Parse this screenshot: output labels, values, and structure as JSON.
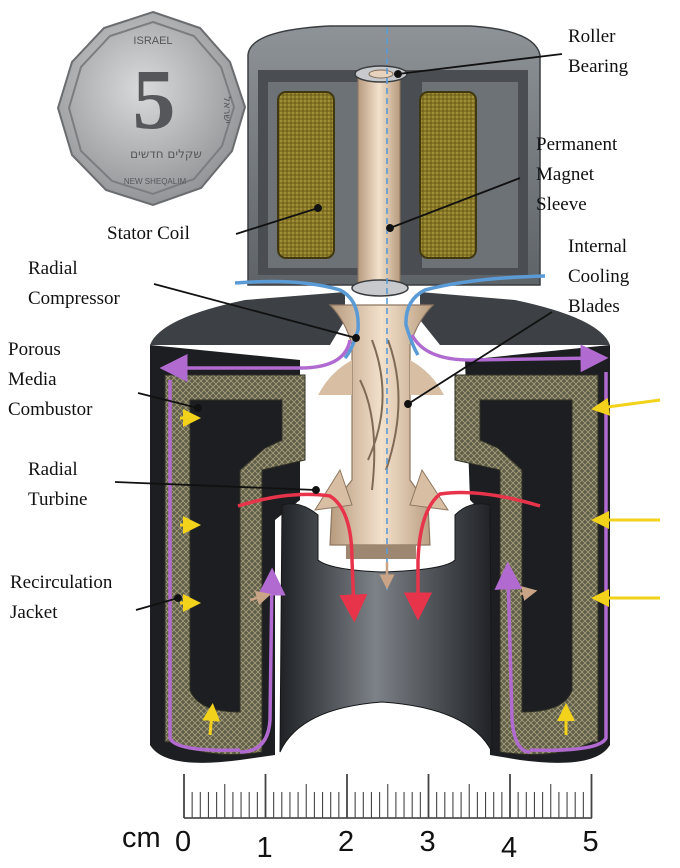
{
  "coin": {
    "numeral": "5",
    "legend_top": "ISRAEL",
    "legend_hebrew": "ישראל",
    "legend_bottom": "שקלים חדשים",
    "legend_english": "NEW SHEQALIM"
  },
  "labels": {
    "roller_bearing": "Roller\nBearing",
    "permanent_magnet_sleeve": "Permanent\nMagnet\nSleeve",
    "stator_coil": "Stator Coil",
    "internal_cooling_blades": "Internal\nCooling\nBlades",
    "radial_compressor": "Radial\nCompressor",
    "porous_media_combustor": "Porous\nMedia\nCombustor",
    "radial_turbine": "Radial\nTurbine",
    "recirculation_jacket": "Recirculation\nJacket"
  },
  "scale": {
    "unit": "cm",
    "ticks": [
      "0",
      "1",
      "2",
      "3",
      "4",
      "5"
    ]
  },
  "colors": {
    "cool_flow": "#5b9bd5",
    "hot_flow": "#e8344a",
    "recirc_flow": "#b06ad0",
    "heat_arrow": "#f2d21a",
    "coil": "#8f7d2a",
    "housing": "#565b60",
    "rotor": "#e6cdb2"
  }
}
